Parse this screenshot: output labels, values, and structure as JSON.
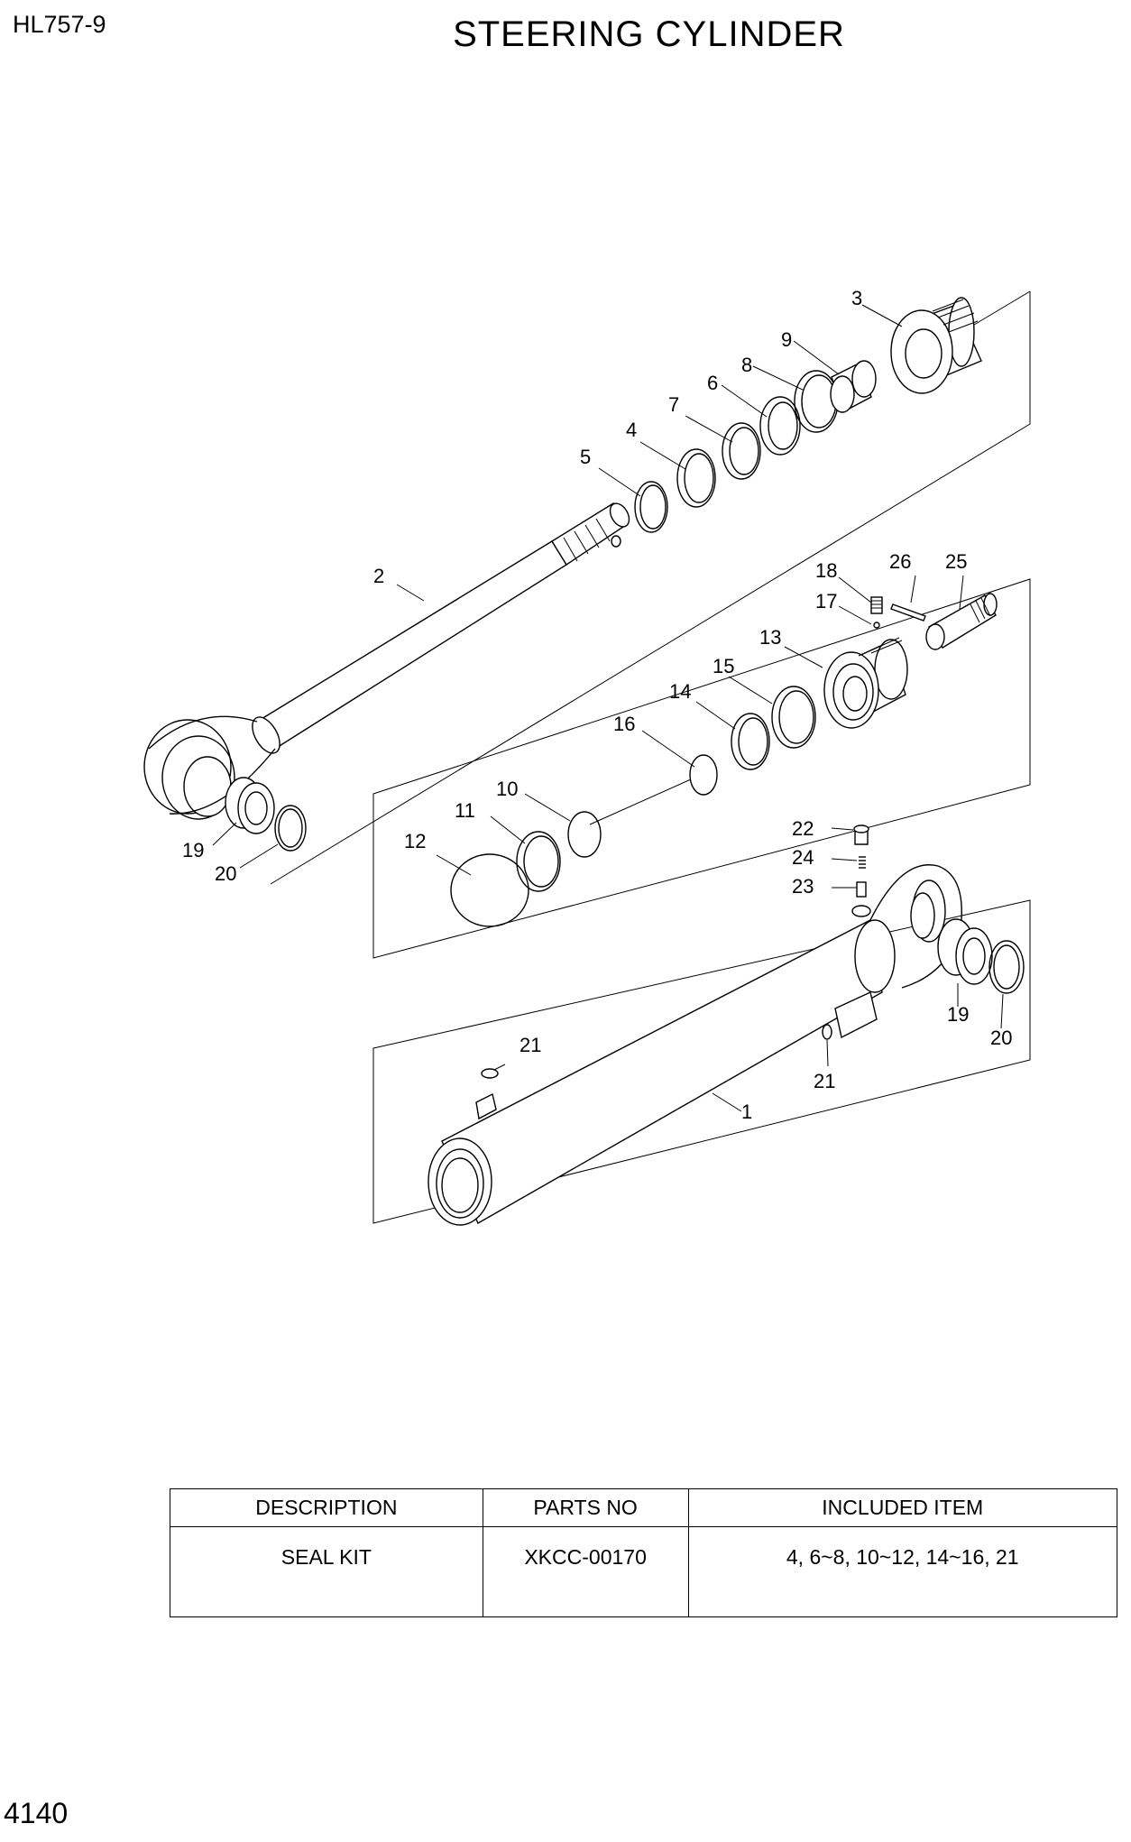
{
  "header": {
    "model": "HL757-9",
    "title": "STEERING CYLINDER"
  },
  "footer": {
    "page_number": "4140"
  },
  "callouts": [
    "1",
    "2",
    "3",
    "4",
    "5",
    "6",
    "7",
    "8",
    "9",
    "10",
    "11",
    "12",
    "13",
    "14",
    "15",
    "16",
    "17",
    "18",
    "19",
    "19",
    "20",
    "20",
    "21",
    "21",
    "22",
    "23",
    "24",
    "25",
    "26"
  ],
  "table": {
    "headers": [
      "DESCRIPTION",
      "PARTS NO",
      "INCLUDED ITEM"
    ],
    "rows": [
      [
        "SEAL KIT",
        "XKCC-00170",
        "4, 6~8, 10~12, 14~16, 21"
      ]
    ]
  }
}
